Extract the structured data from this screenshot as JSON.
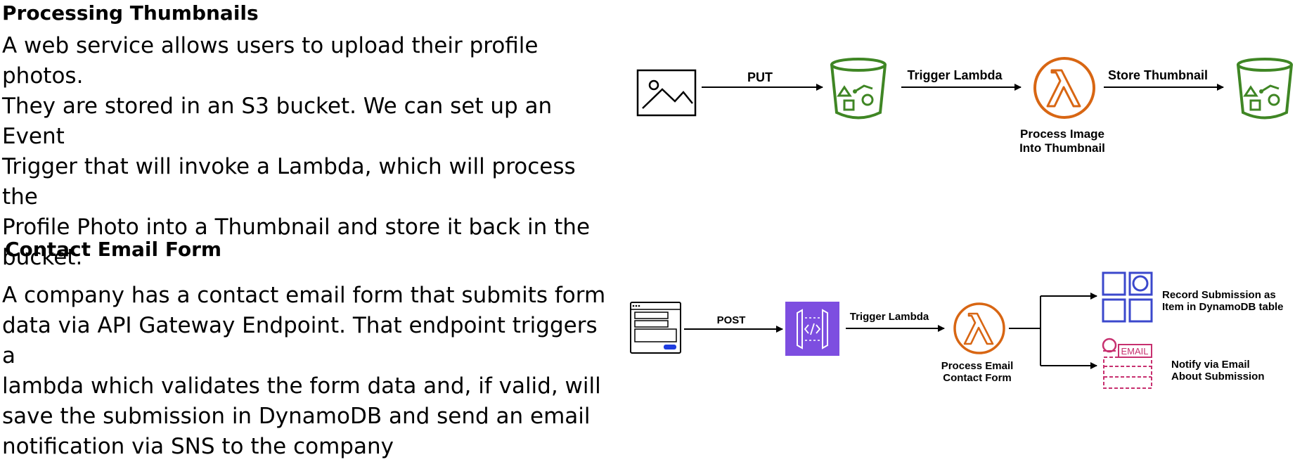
{
  "section1": {
    "heading": "Processing Thumbnails",
    "lines": [
      "A web service allows users to upload their profile photos.",
      "They are stored in an S3 bucket. We can set up an Event",
      "Trigger that will invoke a Lambda, which will process the",
      "Profile Photo into a Thumbnail and store it back in the",
      "bucket."
    ],
    "diagram": {
      "edge_put": "PUT",
      "edge_trigger": "Trigger Lambda",
      "edge_store": "Store Thumbnail",
      "lambda_caption": [
        "Process Image",
        "Into Thumbnail"
      ]
    }
  },
  "section2": {
    "heading": "Contact Email Form",
    "lines": [
      "A company has a contact email form that submits form",
      "data via API Gateway Endpoint. That endpoint triggers a",
      "lambda which validates the form data and, if valid, will",
      "save the submission in DynamoDB and send an email",
      "notification via SNS to the company"
    ],
    "diagram": {
      "edge_post": "POST",
      "edge_trigger": "Trigger Lambda",
      "lambda_caption": [
        "Process Email",
        "Contact Form"
      ],
      "dynamo_caption": [
        "Record Submission as",
        "Item in DynamoDB table"
      ],
      "sns_caption": [
        "Notify via Email",
        "About Submission"
      ],
      "email_badge": "EMAIL"
    }
  },
  "colors": {
    "s3_green": "#3f8624",
    "lambda_orange": "#d86613",
    "api_purple": "#7d4ee0",
    "dynamo_blue": "#3b48cc",
    "sns_pink": "#c7306f",
    "form_button_blue": "#1f3de0"
  }
}
